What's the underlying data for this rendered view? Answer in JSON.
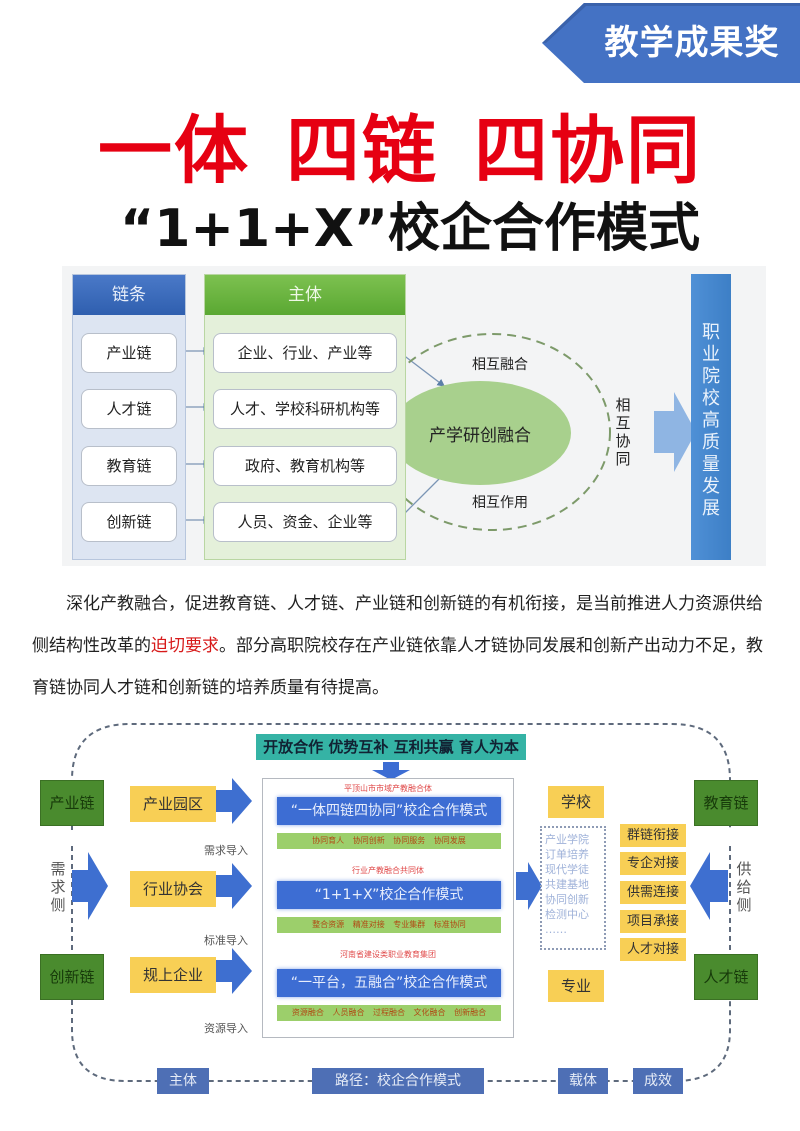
{
  "award_badge": {
    "label": "教学成果奖",
    "color": "#4472c4"
  },
  "title": {
    "main_parts": [
      "一体",
      "四链",
      "四协同"
    ],
    "main_color": "#e60012",
    "subtitle": "“1+1+X”校企合作模式"
  },
  "diagram1": {
    "chain_column": {
      "header": "链条",
      "items": [
        "产业链",
        "人才链",
        "教育链",
        "创新链"
      ]
    },
    "subject_column": {
      "header": "主体",
      "items": [
        "企业、行业、产业等",
        "人才、学校科研机构等",
        "政府、教育机构等",
        "人员、资金、企业等"
      ]
    },
    "center_ellipse": "产学研创融合",
    "mutual_top": "相互融合",
    "mutual_bottom": "相互作用",
    "mutual_right": "相互协同",
    "goal": "职业院校高质量发展"
  },
  "paragraph": {
    "before": "深化产教融合，促进教育链、人才链、产业链和创新链的有机衔接，是当前推进人力资源供给侧结构性改革的",
    "highlight": "迫切要求",
    "after": "。部分高职院校存在产业链依靠人才链协同发展和创新产出动力不足，教育链协同人才链和创新链的培养质量有待提高。",
    "highlight_color": "#d71a1a"
  },
  "diagram2": {
    "banner": "开放合作  优势互补 互利共赢 育人为本",
    "left_chains": [
      "产业链",
      "创新链"
    ],
    "right_chains": [
      "教育链",
      "人才链"
    ],
    "demand_side": "需求侧",
    "supply_side": "供给侧",
    "left_items": [
      {
        "label": "产业园区",
        "note": "需求导入"
      },
      {
        "label": "行业协会",
        "note": "标准导入"
      },
      {
        "label": "规上企业",
        "note": "资源导入"
      }
    ],
    "models": [
      {
        "caption": "平顶山市市域产教融合体",
        "title": "“一体四链四协同”校企合作模式",
        "tags": "协同育人 协同创新 协同服务 协同发展"
      },
      {
        "caption": "行业产教融合共同体",
        "title": "“1+1+X”校企合作模式",
        "tags": "整合资源 精准对接 专业集群 标准协同"
      },
      {
        "caption": "河南省建设类职业教育集团",
        "title": "“一平台，五融合”校企合作模式",
        "tags": "资源融合 人员融合 过程融合 文化融合 创新融合"
      }
    ],
    "school": "学校",
    "major": "专业",
    "carriers": [
      "产业学院",
      "订单培养",
      "现代学徒",
      "共建基地",
      "协同创新",
      "检测中心",
      "……"
    ],
    "connections": [
      "群链衔接",
      "专企对接",
      "供需连接",
      "项目承接",
      "人才对接"
    ],
    "bottom_path": [
      "主体",
      "路径：校企合作模式",
      "载体",
      "成效"
    ]
  }
}
